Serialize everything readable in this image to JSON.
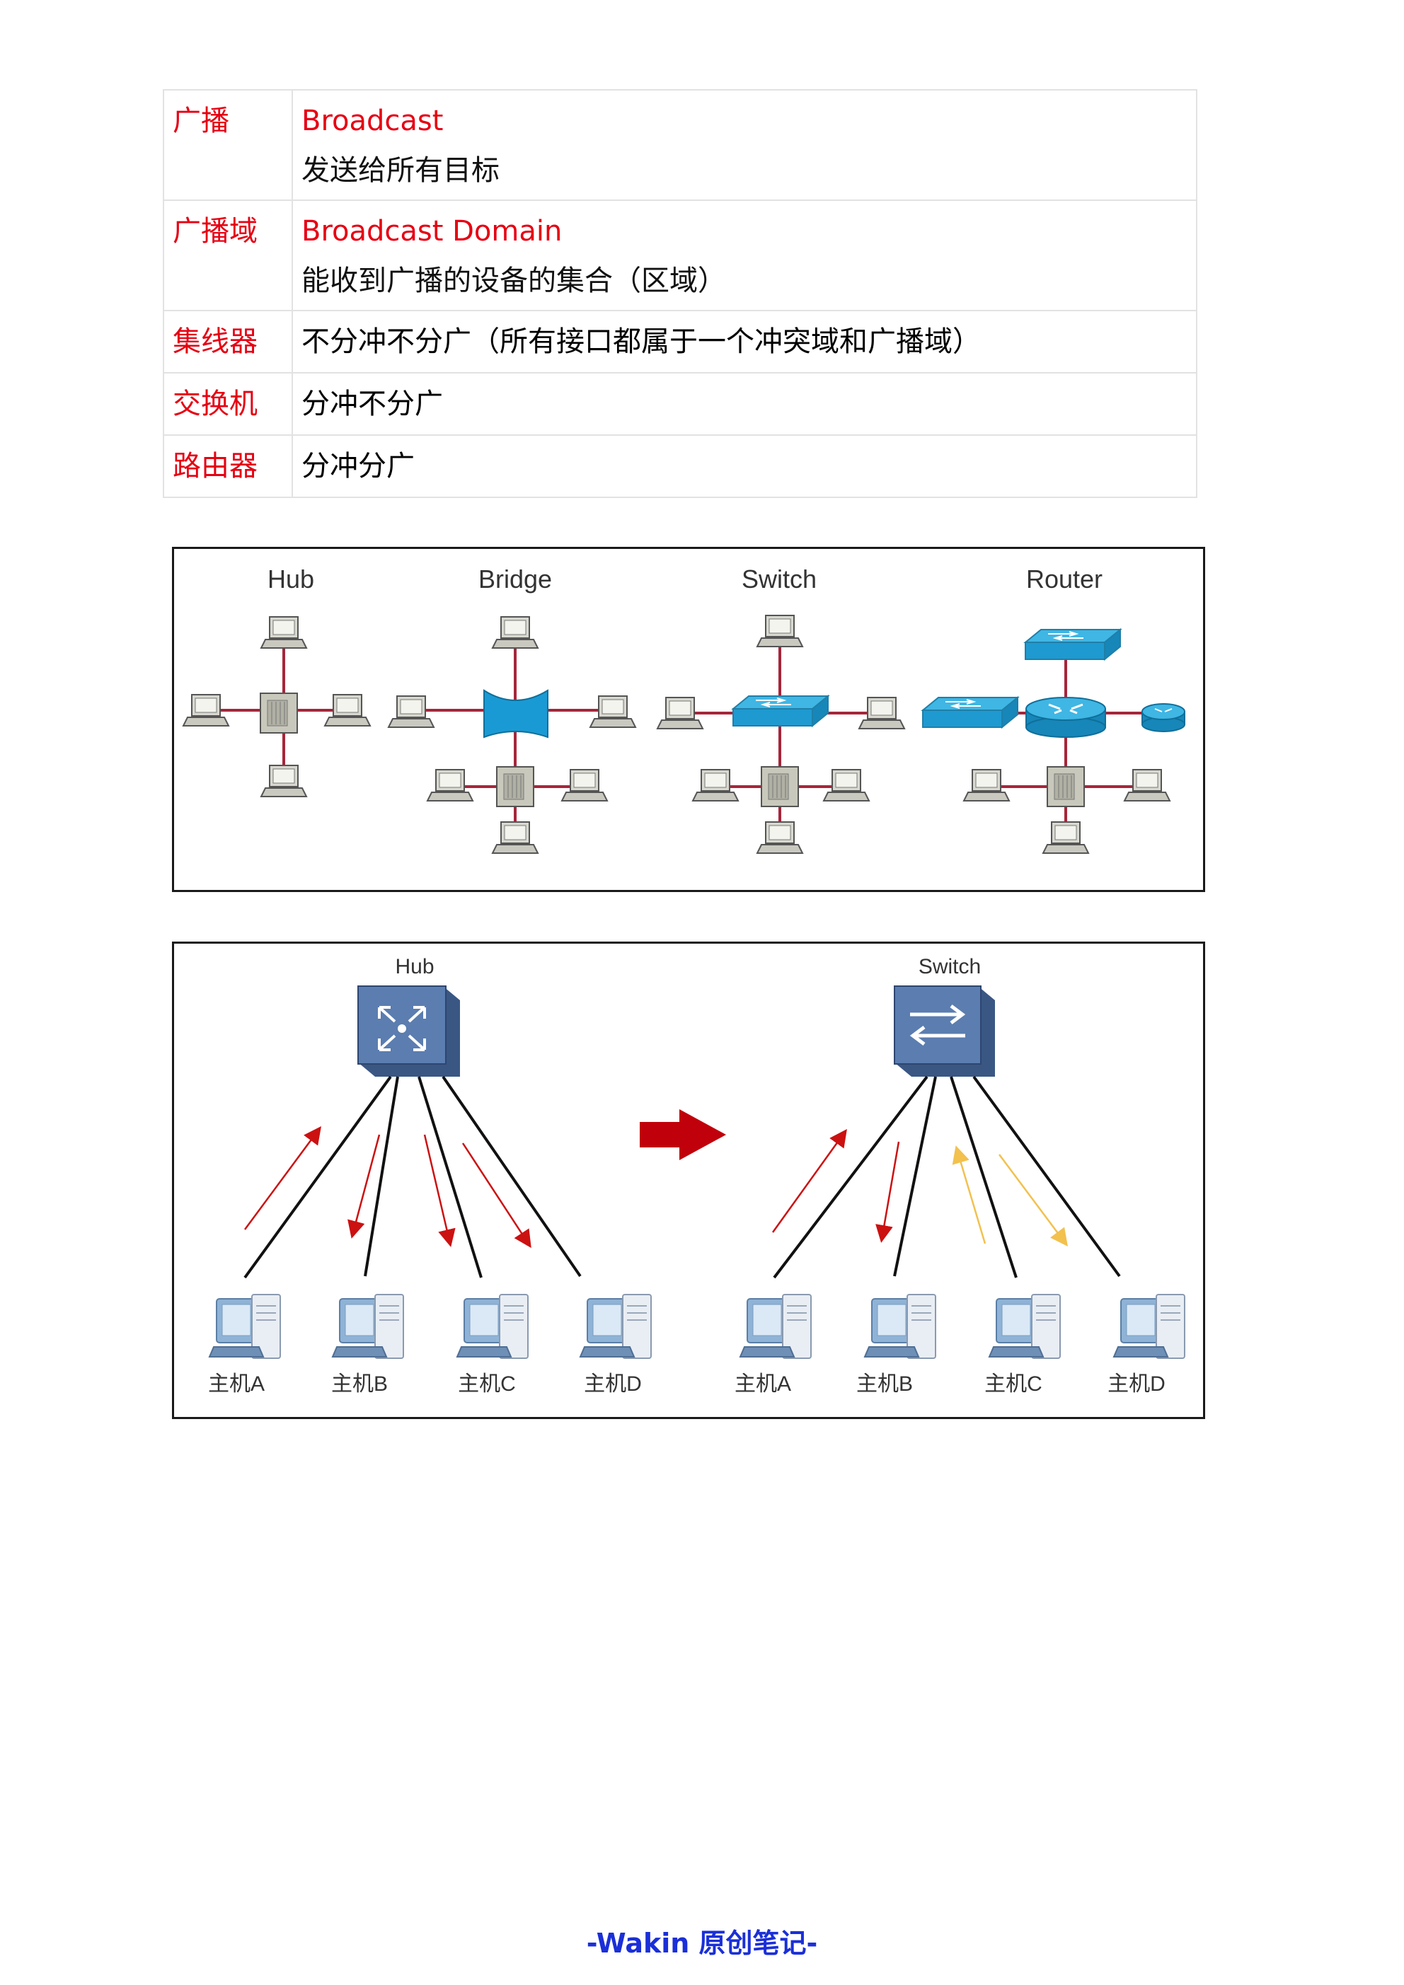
{
  "table": [
    {
      "term": "广播",
      "english": "Broadcast",
      "desc": "发送给所有目标"
    },
    {
      "term": "广播域",
      "english": "Broadcast Domain",
      "desc": "能收到广播的设备的集合（区域）"
    },
    {
      "term": "集线器",
      "desc": "不分冲不分广（所有接口都属于一个冲突域和广播域）"
    },
    {
      "term": "交换机",
      "desc": "分冲不分广"
    },
    {
      "term": "路由器",
      "desc": "分冲分广"
    }
  ],
  "figure1": {
    "labels": [
      "Hub",
      "Bridge",
      "Switch",
      "Router"
    ]
  },
  "figure2": {
    "left_device": "Hub",
    "right_device": "Switch",
    "left_hosts": [
      "主机A",
      "主机B",
      "主机C",
      "主机D"
    ],
    "right_hosts": [
      "主机A",
      "主机B",
      "主机C",
      "主机D"
    ],
    "colors": {
      "unicast": "#cc1111",
      "second_flow": "#f2c14e",
      "arrow": "#c0000b"
    }
  },
  "footer": "-Wakin 原创笔记-"
}
